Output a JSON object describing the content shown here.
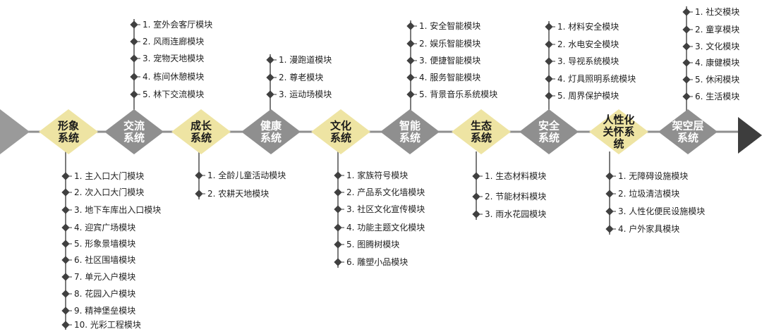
{
  "colors": {
    "yellow": "#eee4a3",
    "gray": "#8f8f8f",
    "line": "#5a5a5a",
    "dot": "#404040"
  },
  "modules": [
    {
      "title": [
        "形象",
        "系统"
      ],
      "style": "yellow",
      "side": "bottom",
      "items": [
        "1. 主入口大门模块",
        "2. 次入口大门模块",
        "3. 地下车库出入口模块",
        "4. 迎宾广场模块",
        "5. 形象景墙模块",
        "6. 社区围墙模块",
        "7. 单元入户模块",
        "8. 花园入户模块",
        "9. 精神堡垒模块",
        "10. 光彩工程模块"
      ]
    },
    {
      "title": [
        "交流",
        "系统"
      ],
      "style": "gray",
      "side": "top",
      "items": [
        "1. 室外会客厅模块",
        "2. 风雨连廊模块",
        "3. 宠物天地模块",
        "4. 栋间休憩模块",
        "5. 林下交流模块"
      ]
    },
    {
      "title": [
        "成长",
        "系统"
      ],
      "style": "yellow",
      "side": "bottom",
      "items": [
        "1. 全龄儿童活动模块",
        "2. 农耕天地模块"
      ]
    },
    {
      "title": [
        "健康",
        "系统"
      ],
      "style": "gray",
      "side": "top",
      "items": [
        "1. 漫跑道模块",
        "2. 尊老模块",
        "3. 运动场模块"
      ]
    },
    {
      "title": [
        "文化",
        "系统"
      ],
      "style": "yellow",
      "side": "bottom",
      "items": [
        "1. 家族符号模块",
        "2. 产品系文化墙模块",
        "3. 社区文化宣传模块",
        "4. 功能主题文化模块",
        "5. 图腾树模块",
        "6. 雕塑小品模块"
      ]
    },
    {
      "title": [
        "智能",
        "系统"
      ],
      "style": "gray",
      "side": "top",
      "items": [
        "1. 安全智能模块",
        "2. 娱乐智能模块",
        "3. 便捷智能模块",
        "4. 服务智能模块",
        "5. 背景音乐系统模块"
      ]
    },
    {
      "title": [
        "生态",
        "系统"
      ],
      "style": "yellow",
      "side": "bottom",
      "items": [
        "1. 生态材料模块",
        "2. 节能材料模块",
        "3. 雨水花园模块"
      ]
    },
    {
      "title": [
        "安全",
        "系统"
      ],
      "style": "gray",
      "side": "top",
      "items": [
        "1. 材料安全模块",
        "2. 水电安全模块",
        "3. 导视系统模块",
        "4. 灯具照明系统模块",
        "5. 周界保护模块"
      ]
    },
    {
      "title": [
        "人性化",
        "关怀系",
        "统"
      ],
      "style": "yellow",
      "side": "bottom",
      "items": [
        "1. 无障碍设施模块",
        "2. 垃圾清洁模块",
        "3. 人性化便民设施模块",
        "4. 户外家具模块"
      ]
    },
    {
      "title": [
        "架空层",
        "系统"
      ],
      "style": "gray",
      "side": "top",
      "items": [
        "1. 社交模块",
        "2. 童享模块",
        "3. 文化模块",
        "4. 康健模块",
        "5. 休闲模块",
        "6. 生活模块"
      ]
    }
  ]
}
